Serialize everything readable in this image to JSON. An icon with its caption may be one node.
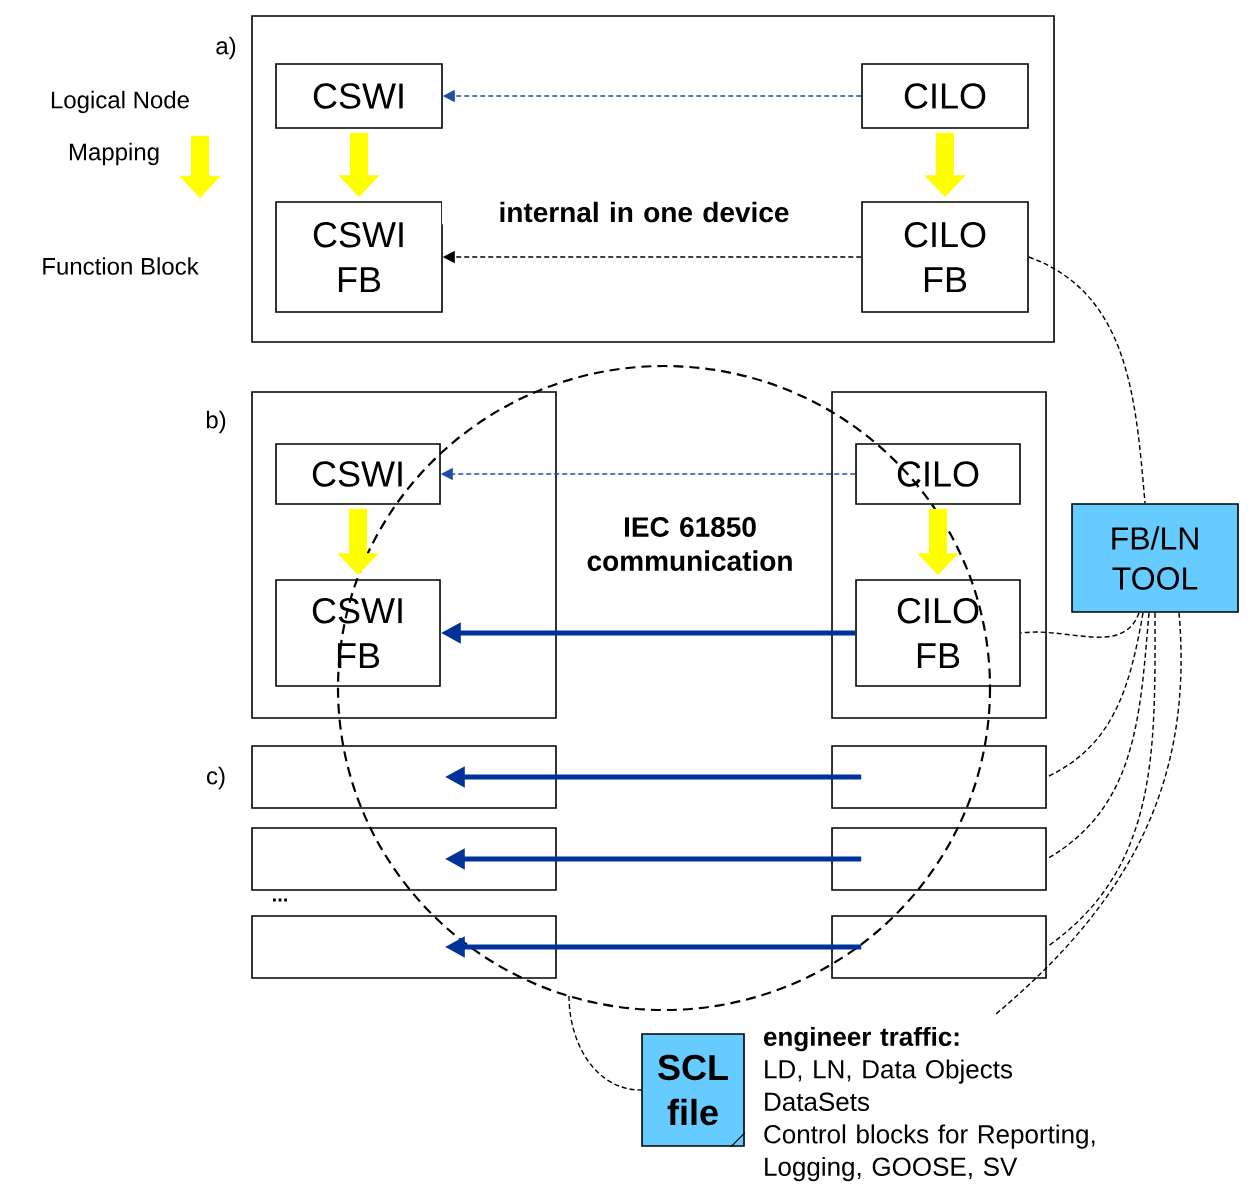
{
  "diagram": {
    "nodes": [
      {
        "text": [],
        "shape": "box"
      },
      {
        "text": [
          "CSWI"
        ],
        "in": 0
      },
      {
        "text": [
          "CILO"
        ],
        "in": 0
      },
      {
        "text": [
          "CSWI FB"
        ],
        "in": 0
      },
      {
        "text": [
          "CILO FB"
        ],
        "in": 0
      },
      {
        "text": [],
        "shape": "box"
      },
      {
        "text": [
          "CSWI"
        ],
        "in": 5
      },
      {
        "text": [
          "CSWI FB"
        ],
        "in": 5
      },
      {
        "text": [],
        "shape": "box"
      },
      {
        "text": [
          "CILO"
        ],
        "in": 8
      },
      {
        "text": [
          "CILO FB"
        ],
        "in": 8
      },
      {
        "text": [
          "FB/LN TOOL"
        ]
      },
      {
        "text": [],
        "shape": "box"
      },
      {
        "text": [],
        "shape": "box"
      },
      {
        "text": [],
        "shape": "box"
      },
      {
        "text": [],
        "shape": "box"
      },
      {
        "text": [],
        "shape": "box"
      },
      {
        "text": [],
        "shape": "box"
      },
      {
        "text": [
          "SCL file"
        ]
      },
      {
        "text": [
          "engineer traffic:",
          "LD, LN, Data Objects",
          "DataSets",
          "Control blocks for Reporting, Logging, GOOSE, SV"
        ]
      }
    ],
    "edges": [
      {
        "from": 2,
        "to": 1,
        "arrow": "to",
        "style": "dashed",
        "color": "#1f4ea3"
      },
      {
        "from": 1,
        "to": 3,
        "arrow": "to",
        "style": "thick",
        "color": "#ffff00"
      },
      {
        "from": 2,
        "to": 4,
        "arrow": "to",
        "style": "thick",
        "color": "#ffff00"
      },
      {
        "from": 4,
        "to": 3,
        "arrow": "to",
        "style": "dashed",
        "label": "internal in one device"
      },
      {
        "from": 9,
        "to": 6,
        "arrow": "to",
        "style": "dashed",
        "color": "#1f4ea3"
      },
      {
        "from": 6,
        "to": 7,
        "arrow": "to",
        "style": "thick",
        "color": "#ffff00"
      },
      {
        "from": 9,
        "to": 10,
        "arrow": "to",
        "style": "thick",
        "color": "#ffff00"
      },
      {
        "from": 10,
        "to": 7,
        "arrow": "to",
        "style": "thick",
        "color": "#003399",
        "label": "IEC 61850 communication"
      },
      {
        "from": 13,
        "to": 12,
        "arrow": "to",
        "style": "thick",
        "color": "#003399"
      },
      {
        "from": 15,
        "to": 14,
        "arrow": "to",
        "style": "thick",
        "color": "#003399"
      },
      {
        "from": 17,
        "to": 16,
        "arrow": "to",
        "style": "thick",
        "color": "#003399"
      },
      {
        "from": 4,
        "to": 11,
        "arrow": "none",
        "style": "dashed"
      },
      {
        "from": 11,
        "to": 10,
        "arrow": "none",
        "style": "dashed"
      },
      {
        "from": 11,
        "to": 13,
        "arrow": "none",
        "style": "dashed"
      },
      {
        "from": 11,
        "to": 15,
        "arrow": "none",
        "style": "dashed"
      },
      {
        "from": 11,
        "to": 17,
        "arrow": "none",
        "style": "dashed"
      },
      {
        "from": 11,
        "to": 19,
        "arrow": "none",
        "style": "dashed"
      },
      {
        "from": null,
        "to": 18,
        "arrow": "none",
        "style": "dashed"
      }
    ],
    "labels": [
      "a)",
      "Logical Node",
      "Mapping",
      "Function Block",
      "b)",
      "c)",
      "..."
    ]
  }
}
